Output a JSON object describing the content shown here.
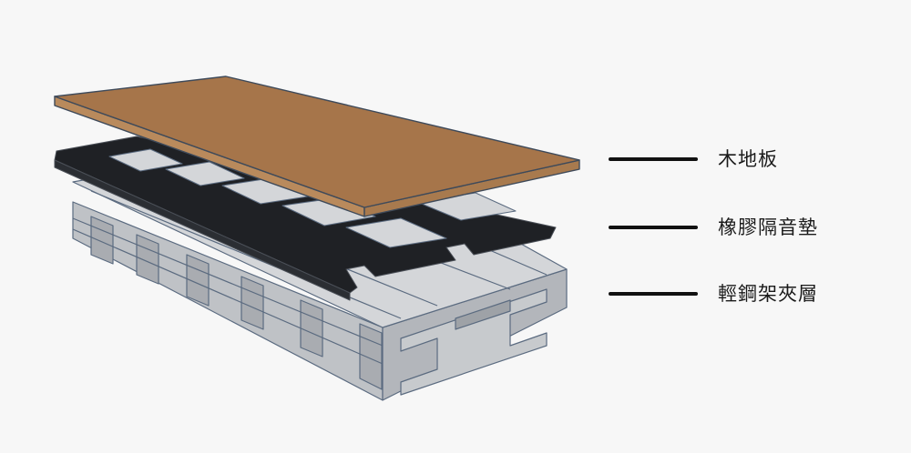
{
  "legend": {
    "items": [
      {
        "label": "木地板"
      },
      {
        "label": "橡膠隔音墊"
      },
      {
        "label": "輕鋼架夾層"
      }
    ]
  },
  "colors": {
    "background": "#f7f7f7",
    "wood_top": "#a6754a",
    "wood_edge": "#b98a5c",
    "wood_outline": "#3e4a5a",
    "rubber": "#1f2125",
    "rubber_side": "#2b2e33",
    "steel_top": "#d4d6d9",
    "steel_side": "#bfc2c6",
    "steel_shadow": "#a9acb1",
    "steel_outline": "#5b6b80",
    "legend_line": "#111111"
  },
  "layers": [
    "wood-floor",
    "rubber-mat",
    "steel-frame"
  ]
}
